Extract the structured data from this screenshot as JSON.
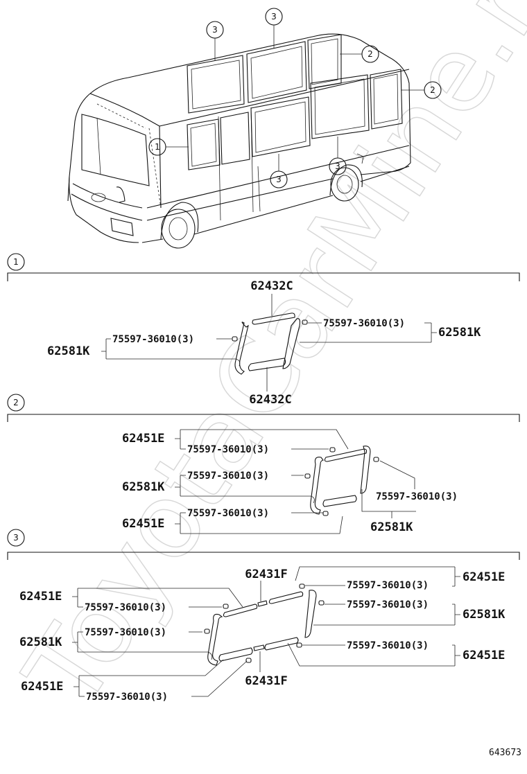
{
  "watermark": "ToyotaCarMine.ru",
  "figure_number": "643673",
  "overview_callouts": [
    "3",
    "3",
    "2",
    "2",
    "1",
    "3",
    "3"
  ],
  "sections": [
    {
      "number": "1",
      "upper_part": "62432C",
      "lower_part": "62432C",
      "left_part": "62581K",
      "left_clip": "75597-36010(3)",
      "right_part": "62581K",
      "right_clip": "75597-36010(3)"
    },
    {
      "number": "2",
      "part_a": "62451E",
      "clip_a": "75597-36010(3)",
      "part_b": "62581K",
      "clip_b": "75597-36010(3)",
      "part_c": "62451E",
      "clip_c": "75597-36010(3)",
      "right_clip": "75597-36010(3)",
      "right_part": "62581K"
    },
    {
      "number": "3",
      "top_center": "62431F",
      "bottom_center": "62431F",
      "left_top_part": "62451E",
      "left_top_clip": "75597-36010(3)",
      "left_mid_part": "62581K",
      "left_mid_clip": "75597-36010(3)",
      "left_bot_part": "62451E",
      "left_bot_clip": "75597-36010(3)",
      "right_top_clip": "75597-36010(3)",
      "right_top_part": "62451E",
      "right_mid_clip": "75597-36010(3)",
      "right_mid_part": "62581K",
      "right_bot_clip": "75597-36010(3)",
      "right_bot_part": "62451E"
    }
  ]
}
